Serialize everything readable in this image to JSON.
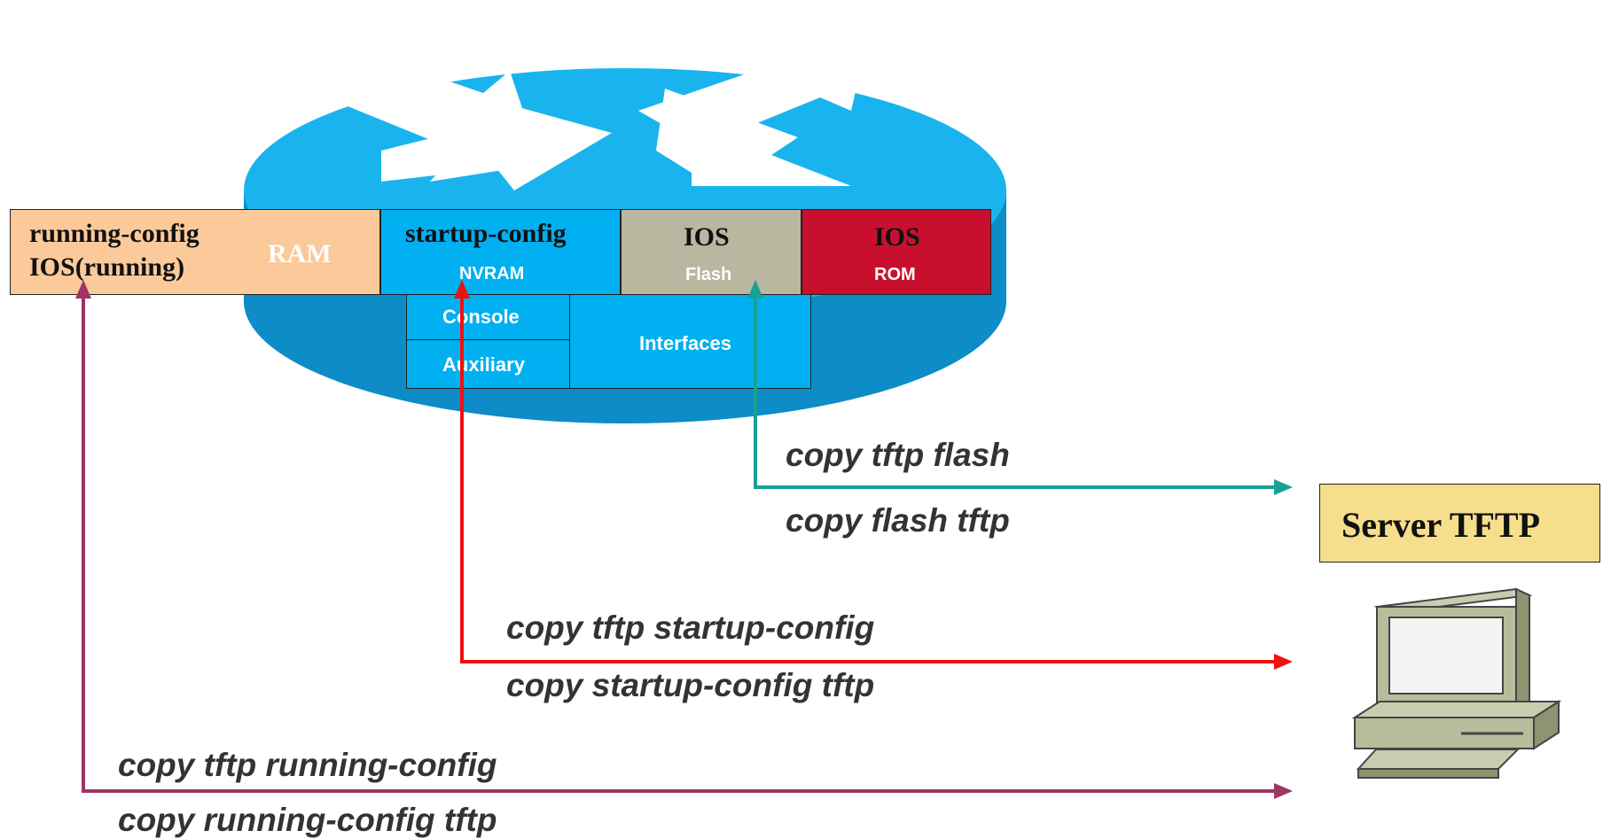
{
  "colors": {
    "router_top": "#19b4ee",
    "router_side": "#0d8cc8",
    "ram": "#fbc99a",
    "nvram": "#00b0f0",
    "flash": "#b9b7a0",
    "rom": "#c8102e",
    "server_label": "#f6de8d",
    "arrow_flash": "#16a096",
    "arrow_startup": "#ee1111",
    "arrow_running": "#9e3563"
  },
  "router": {
    "ram": {
      "line1": "running-config",
      "line2": "IOS(running)",
      "tag": "RAM"
    },
    "nvram": {
      "label": "startup-config",
      "tag": "NVRAM"
    },
    "flash": {
      "label": "IOS",
      "tag": "Flash"
    },
    "rom": {
      "label": "IOS",
      "tag": "ROM"
    },
    "ports": {
      "console": "Console",
      "auxiliary": "Auxiliary",
      "interfaces": "Interfaces"
    }
  },
  "commands": {
    "flash": [
      "copy tftp flash",
      "copy flash tftp"
    ],
    "startup": [
      "copy tftp startup-config",
      "copy startup-config tftp"
    ],
    "running": [
      "copy tftp running-config",
      "copy running-config tftp"
    ]
  },
  "server": {
    "label": "Server TFTP",
    "icon": "computer-icon"
  }
}
